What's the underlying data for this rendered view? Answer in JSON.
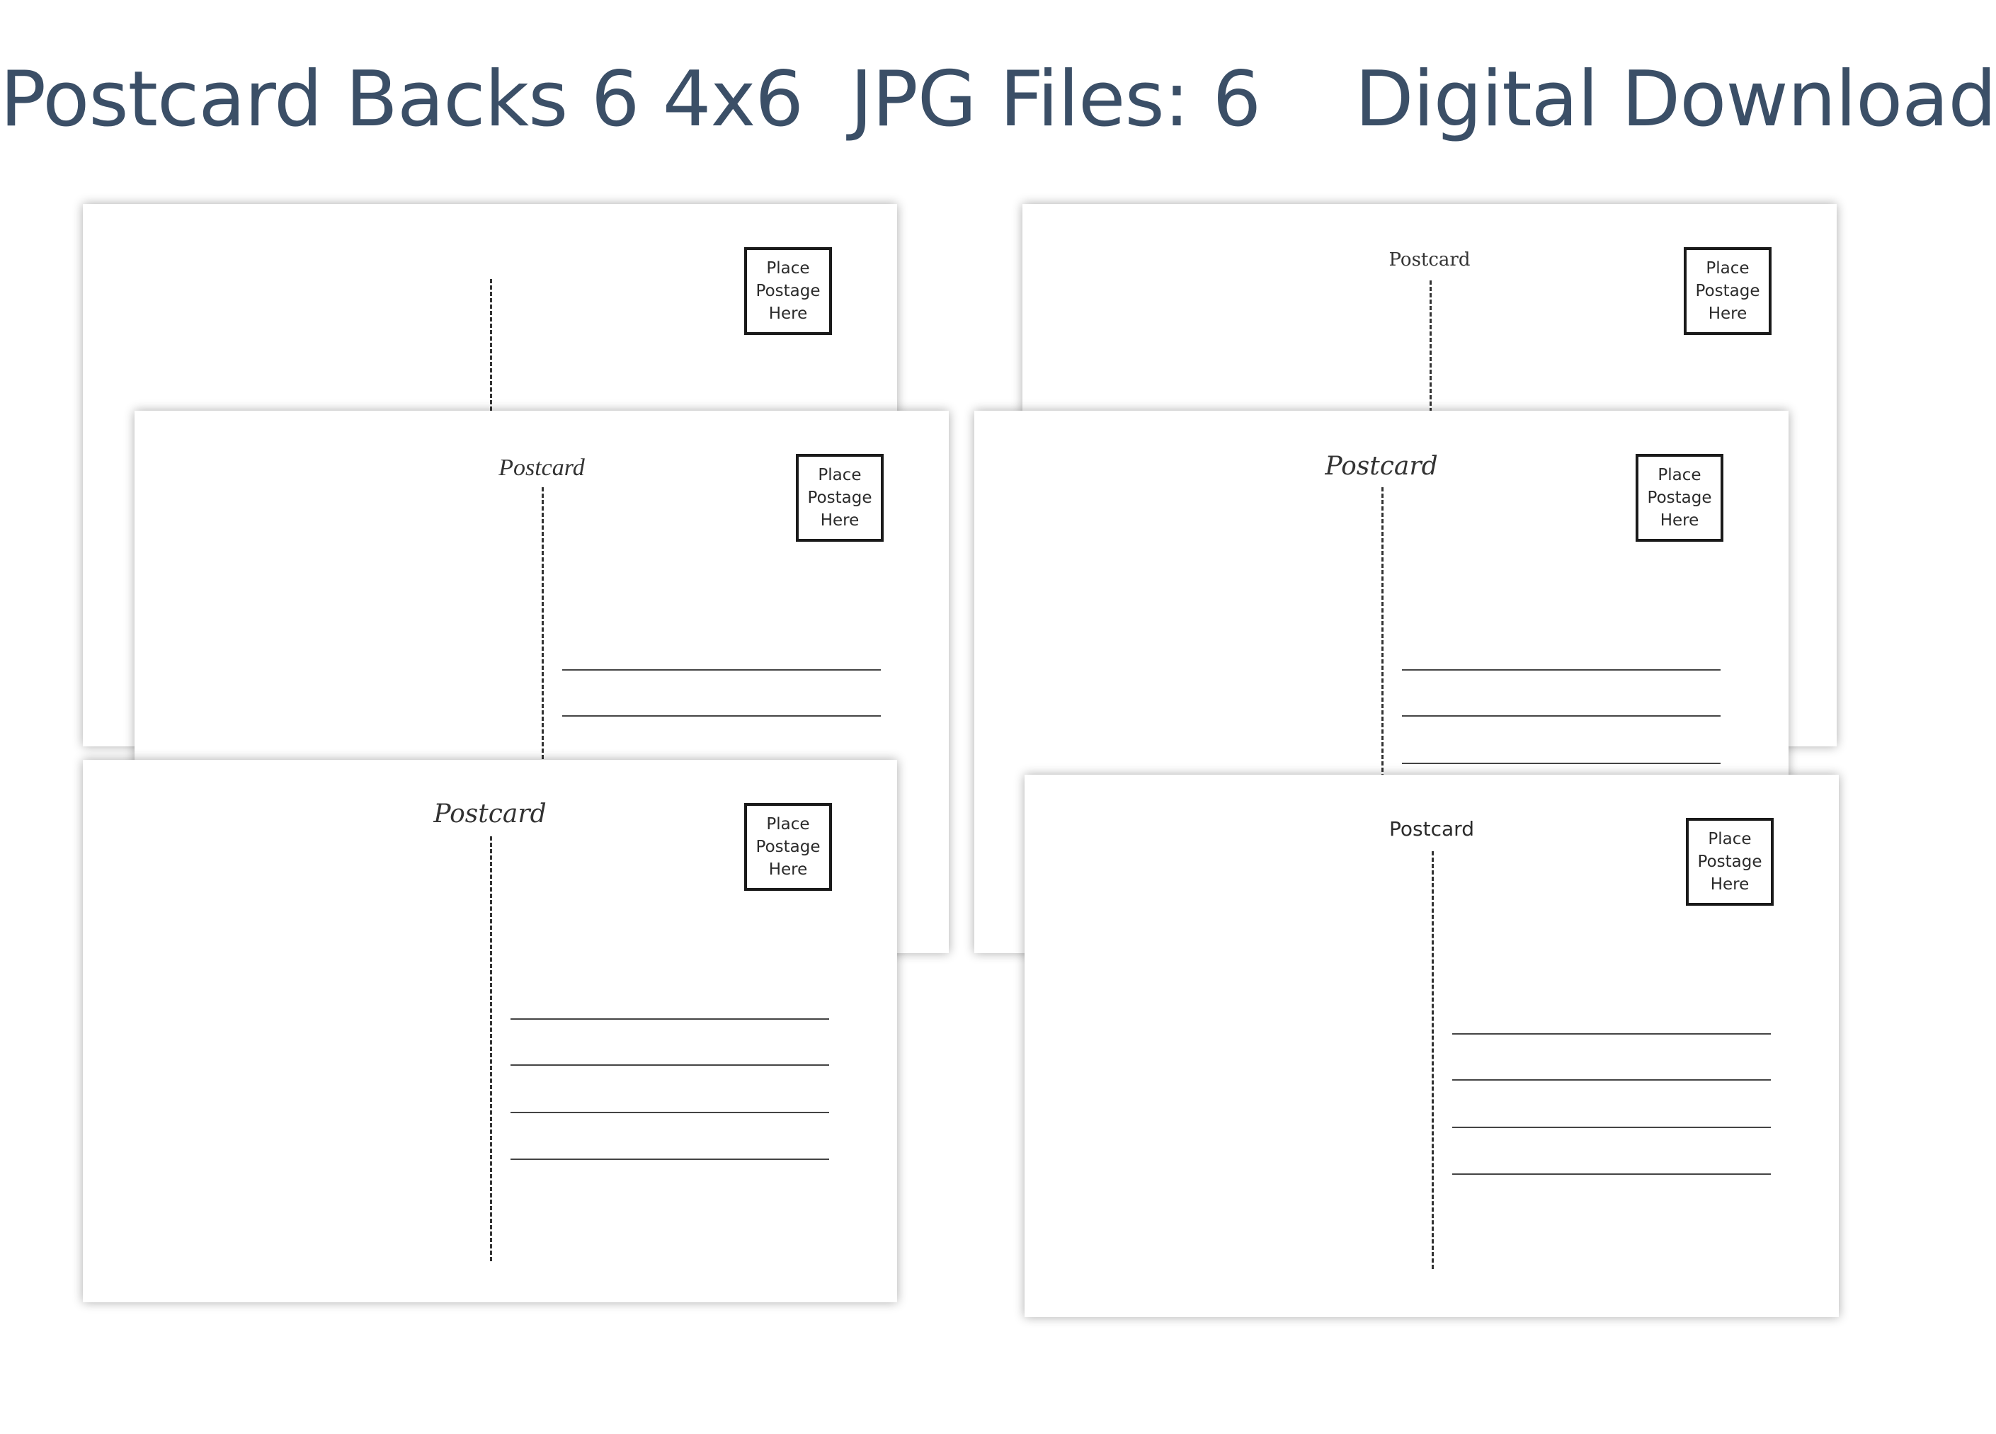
{
  "page": {
    "title": "Postcard Backs 6 4x6  JPG Files: 6    Digital Download"
  },
  "cards": [
    {
      "label": "",
      "stamp_lines": [
        "Place",
        "Postage",
        "Here"
      ]
    },
    {
      "label": "Postcard",
      "stamp_lines": [
        "Place",
        "Postage",
        "Here"
      ]
    },
    {
      "label": "Postcard",
      "stamp_lines": [
        "Place",
        "Postage",
        "Here"
      ]
    },
    {
      "label": "Postcard",
      "stamp_lines": [
        "Place",
        "Postage",
        "Here"
      ]
    },
    {
      "label": "Postcard",
      "stamp_lines": [
        "Place",
        "Postage",
        "Here"
      ]
    },
    {
      "label": "Postcard",
      "stamp_lines": [
        "Place",
        "Postage",
        "Here"
      ]
    }
  ]
}
